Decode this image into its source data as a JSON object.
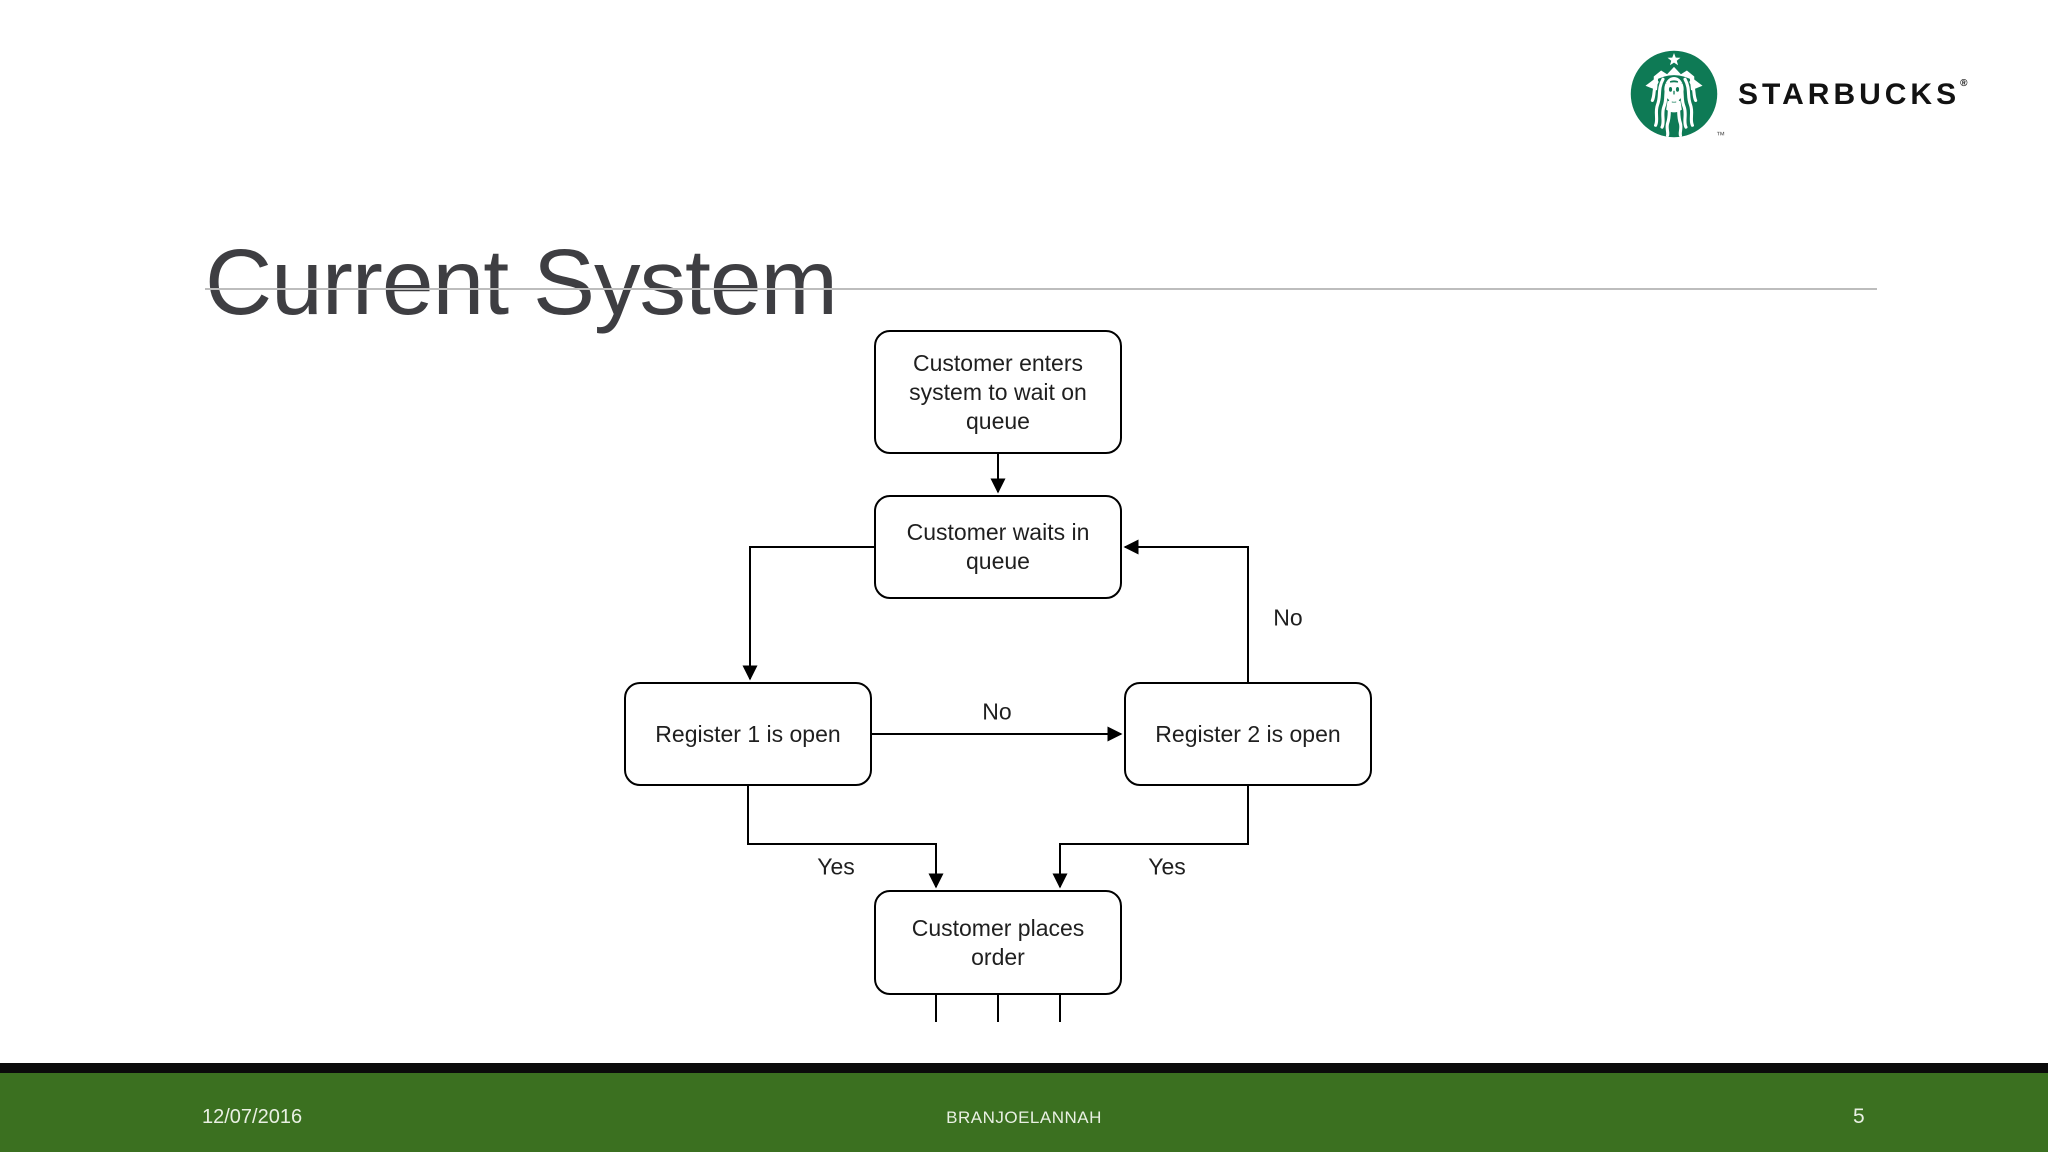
{
  "brand": {
    "wordmark": "STARBUCKS",
    "registered_mark": "®",
    "trademark_mark": "™",
    "logo_green": "#0e7a55",
    "wordmark_color": "#121212"
  },
  "slide": {
    "title": "Current System",
    "title_color": "#3e3e42",
    "divider_color": "#bdbdbd",
    "background": "#ffffff"
  },
  "flowchart": {
    "nodes": {
      "enter": "Customer enters system to wait on queue",
      "wait": "Customer waits in queue",
      "register1": "Register 1 is open",
      "register2": "Register 2 is open",
      "order": "Customer places order"
    },
    "labels": {
      "register1_no": "No",
      "register2_no": "No",
      "register1_yes": "Yes",
      "register2_yes": "Yes"
    },
    "line_color": "#000000"
  },
  "footer": {
    "date": "12/07/2016",
    "author": "BRANJOELANNAH",
    "page_number": "5",
    "green": "#3b7020",
    "black_bar": "#0b0b0b",
    "text_color": "#e9f0e3"
  }
}
